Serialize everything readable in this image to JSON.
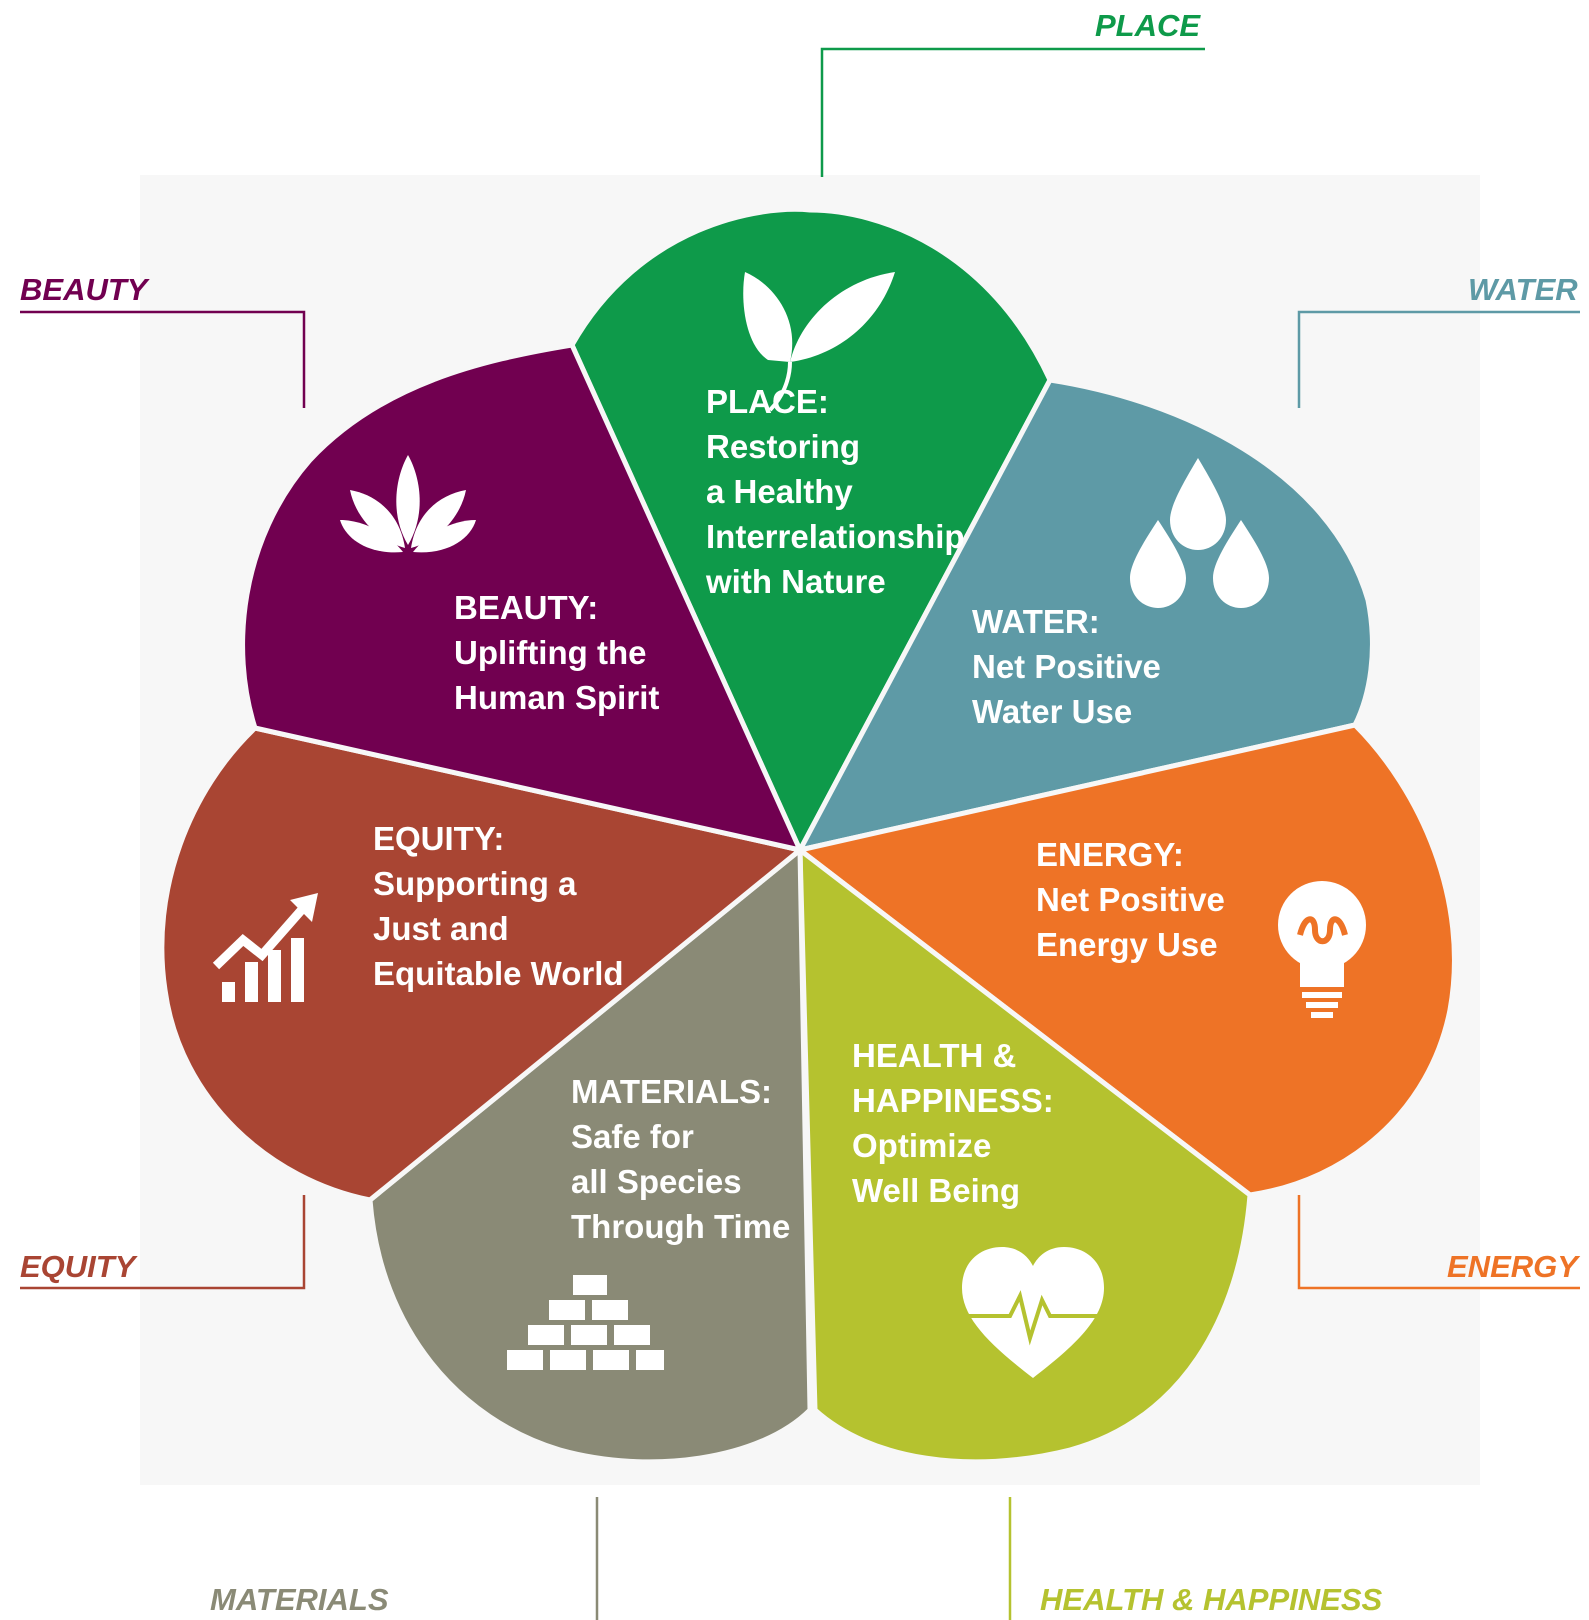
{
  "colors": {
    "place": "#0E9A4A",
    "water": "#5E9AA6",
    "energy": "#EE7326",
    "health": "#B5C22F",
    "materials": "#8A8A76",
    "equity": "#A94533",
    "beauty": "#710050",
    "background": "#F7F7F7"
  },
  "outer_labels": {
    "place": "PLACE",
    "water": "WATER",
    "energy": "ENERGY",
    "health": "HEALTH & HAPPINESS",
    "materials": "MATERIALS",
    "equity": "EQUITY",
    "beauty": "BEAUTY"
  },
  "petals": {
    "place": {
      "heading": "PLACE:",
      "lines": [
        "Restoring",
        "a Healthy",
        "Interrelationship",
        "with Nature"
      ],
      "icon": "leaf-icon"
    },
    "water": {
      "heading": "WATER:",
      "lines": [
        "Net Positive",
        "Water Use"
      ],
      "icon": "water-drops-icon"
    },
    "energy": {
      "heading": "ENERGY:",
      "lines": [
        "Net Positive",
        "Energy Use"
      ],
      "icon": "lightbulb-icon"
    },
    "health": {
      "heading": "HEALTH &",
      "heading2": "HAPPINESS:",
      "lines": [
        "Optimize",
        "Well Being"
      ],
      "icon": "heart-pulse-icon"
    },
    "materials": {
      "heading": "MATERIALS:",
      "lines": [
        "Safe for",
        "all Species",
        "Through Time"
      ],
      "icon": "bricks-icon"
    },
    "equity": {
      "heading": "EQUITY:",
      "lines": [
        "Supporting a",
        "Just and",
        "Equitable World"
      ],
      "icon": "growth-chart-icon"
    },
    "beauty": {
      "heading": "BEAUTY:",
      "lines": [
        "Uplifting the",
        "Human Spirit"
      ],
      "icon": "lotus-icon"
    }
  }
}
